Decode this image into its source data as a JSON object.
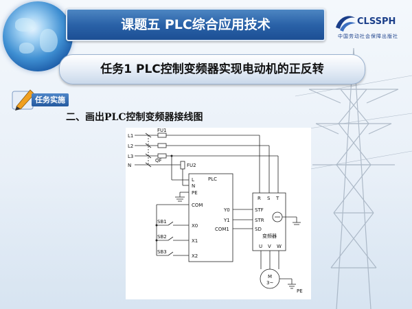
{
  "header": {
    "title": "课题五   PLC综合应用技术"
  },
  "logo": {
    "name": "CLSSPH",
    "subtitle": "中国劳动社会保障出版社"
  },
  "task": {
    "title": "任务1  PLC控制变频器实现电动机的正反转"
  },
  "section": {
    "badge": "任务实施",
    "heading": "二、画出PLC控制变频器接线图"
  },
  "diagram": {
    "lines": [
      "L1",
      "L2",
      "L3",
      "N"
    ],
    "fuse1": "FU1",
    "fuse2": "FU2",
    "breaker": "QF",
    "plc": {
      "title": "PLC",
      "inputs": [
        "L",
        "N",
        "PE",
        "COM",
        "X0",
        "X1",
        "X2"
      ],
      "outputs": [
        "Y0",
        "Y1",
        "COM1"
      ]
    },
    "buttons": [
      "SB1",
      "SB2",
      "SB3"
    ],
    "inverter": {
      "terminals": [
        "R",
        "S",
        "T"
      ],
      "inputs": [
        "STF",
        "STR",
        "SD"
      ],
      "name": "变频器",
      "outputs": [
        "U",
        "V",
        "W"
      ]
    },
    "motor": {
      "label": "M",
      "phase": "3~"
    },
    "pe": "PE"
  },
  "colors": {
    "title_bar": "#2a62a8",
    "badge": "#24599f",
    "text": "#111111"
  }
}
